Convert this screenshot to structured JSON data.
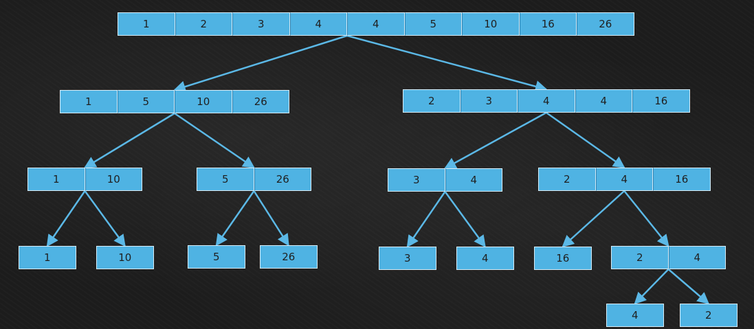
{
  "tree": {
    "nodes": [
      {
        "id": "root",
        "values": [
          "1",
          "2",
          "3",
          "4",
          "4",
          "5",
          "10",
          "16",
          "26"
        ]
      },
      {
        "id": "L",
        "values": [
          "1",
          "5",
          "10",
          "26"
        ]
      },
      {
        "id": "R",
        "values": [
          "2",
          "3",
          "4",
          "4",
          "16"
        ]
      },
      {
        "id": "LL",
        "values": [
          "1",
          "10"
        ]
      },
      {
        "id": "LR",
        "values": [
          "5",
          "26"
        ]
      },
      {
        "id": "RL",
        "values": [
          "3",
          "4"
        ]
      },
      {
        "id": "RR",
        "values": [
          "2",
          "4",
          "16"
        ]
      },
      {
        "id": "LLL",
        "values": [
          "1"
        ]
      },
      {
        "id": "LLR",
        "values": [
          "10"
        ]
      },
      {
        "id": "LRL",
        "values": [
          "5"
        ]
      },
      {
        "id": "LRR",
        "values": [
          "26"
        ]
      },
      {
        "id": "RLL",
        "values": [
          "3"
        ]
      },
      {
        "id": "RLR",
        "values": [
          "4"
        ]
      },
      {
        "id": "RRL",
        "values": [
          "16"
        ]
      },
      {
        "id": "RRR",
        "values": [
          "2",
          "4"
        ]
      },
      {
        "id": "RRRL",
        "values": [
          "4"
        ]
      },
      {
        "id": "RRRR",
        "values": [
          "2"
        ]
      }
    ]
  },
  "colors": {
    "box": "#4fb3e3",
    "arrow": "#5bb8e6",
    "background": "#1c1c1c"
  }
}
